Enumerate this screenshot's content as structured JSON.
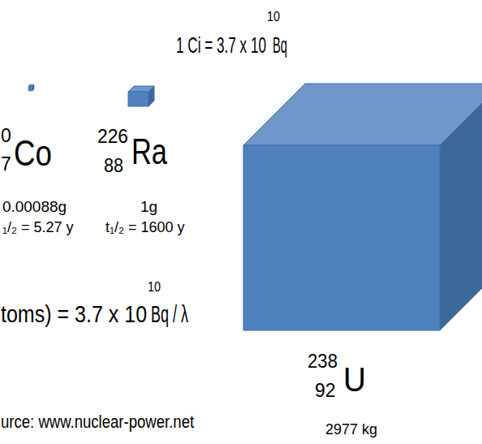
{
  "diagram": {
    "labels": [
      "1 Ci = 3.7 x 10",
      "10",
      "Bq",
      "0",
      "Co",
      "7",
      "226",
      "Ra",
      "88",
      "0.00088g",
      "1g",
      "₁/₂ = 5.27 y",
      "t₁/₂ = 1600 y",
      "toms) = 3.7 x 10",
      "10",
      "Bq / λ",
      "238",
      "U",
      "92",
      "urce: www.nuclear-power.net",
      "2977 kg"
    ]
  }
}
